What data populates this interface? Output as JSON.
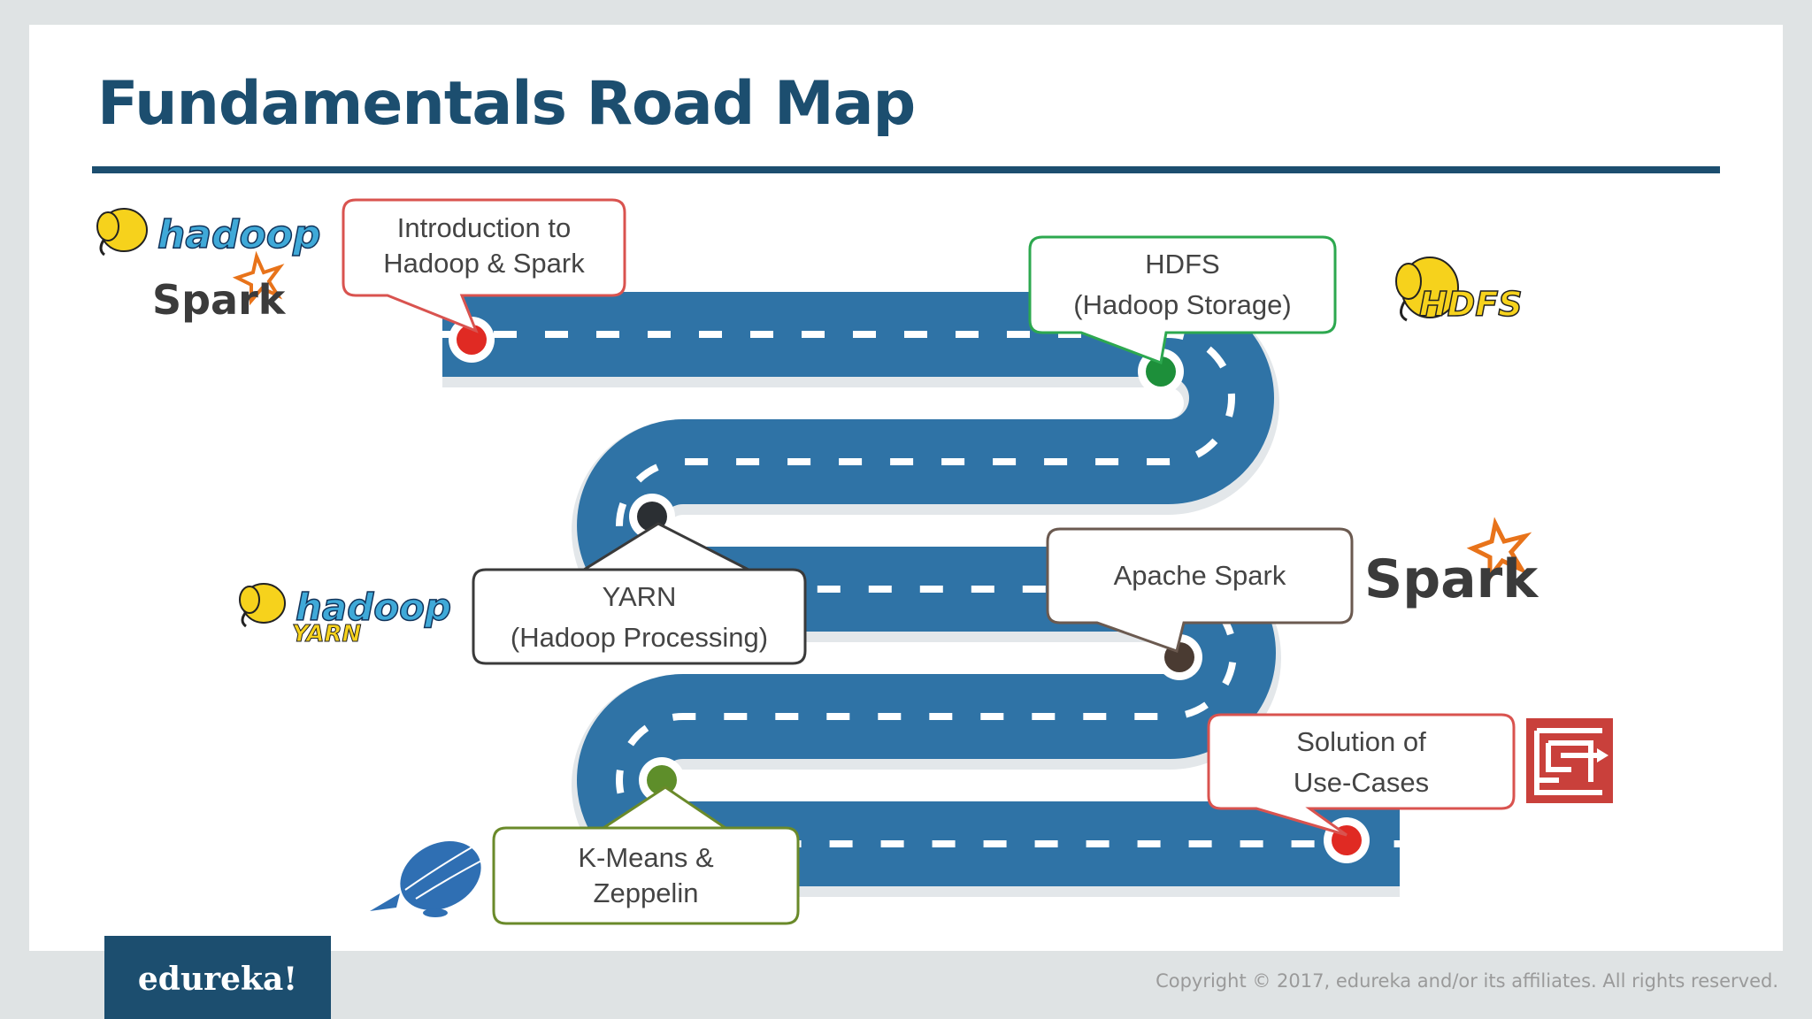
{
  "title": "Fundamentals Road Map",
  "milestones": [
    {
      "line1": "Introduction to",
      "line2": "Hadoop & Spark",
      "color": "#d9534f",
      "dot": "#e02a23"
    },
    {
      "line1": "HDFS",
      "line2": "(Hadoop Storage)",
      "color": "#2da84f",
      "dot": "#1d8f3a"
    },
    {
      "line1": "YARN",
      "line2": "(Hadoop Processing)",
      "color": "#3a3a3a",
      "dot": "#2b2f33"
    },
    {
      "line1": "Apache Spark",
      "line2": "",
      "color": "#6b5a50",
      "dot": "#4a3b32"
    },
    {
      "line1": "K-Means &",
      "line2": "Zeppelin",
      "color": "#6a8a2a",
      "dot": "#5e8e2a"
    },
    {
      "line1": "Solution of",
      "line2": "Use-Cases",
      "color": "#d9534f",
      "dot": "#e02a23"
    }
  ],
  "logos": {
    "hadoop": "hadoop",
    "spark": "Spark",
    "hdfs": "HDFS",
    "yarn": "YARN",
    "icons": [
      "elephant-icon",
      "spark-star-icon",
      "zeppelin-blimp-icon",
      "maze-icon"
    ]
  },
  "footer": {
    "brand": "edureka!",
    "copyright": "Copyright © 2017, edureka and/or its affiliates. All rights reserved."
  },
  "colors": {
    "title": "#1c4e6f",
    "road": "#2f73a6",
    "road_side": "#e3e7ea"
  }
}
